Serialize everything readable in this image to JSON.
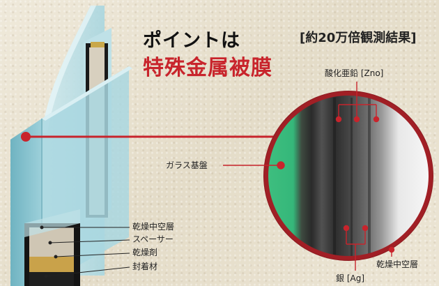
{
  "headline": {
    "line1": "ポイントは",
    "line2": "特殊金属被膜"
  },
  "observation_title": "[約20万倍観測結果]",
  "micro_labels": {
    "zinc_oxide": "酸化亜鉛 [Zno]",
    "glass_substrate": "ガラス基盤",
    "silver": "銀 [Ag]",
    "dry_air_layer": "乾燥中空層"
  },
  "cross_section_labels": [
    "乾燥中空層",
    "スペーサー",
    "乾燥剤",
    "封着材"
  ],
  "colors": {
    "accent_red": "#c8242c",
    "circle_border": "#9a1e22",
    "glass_blue": "#9fd0da",
    "substrate_green": "#2fb57a"
  }
}
